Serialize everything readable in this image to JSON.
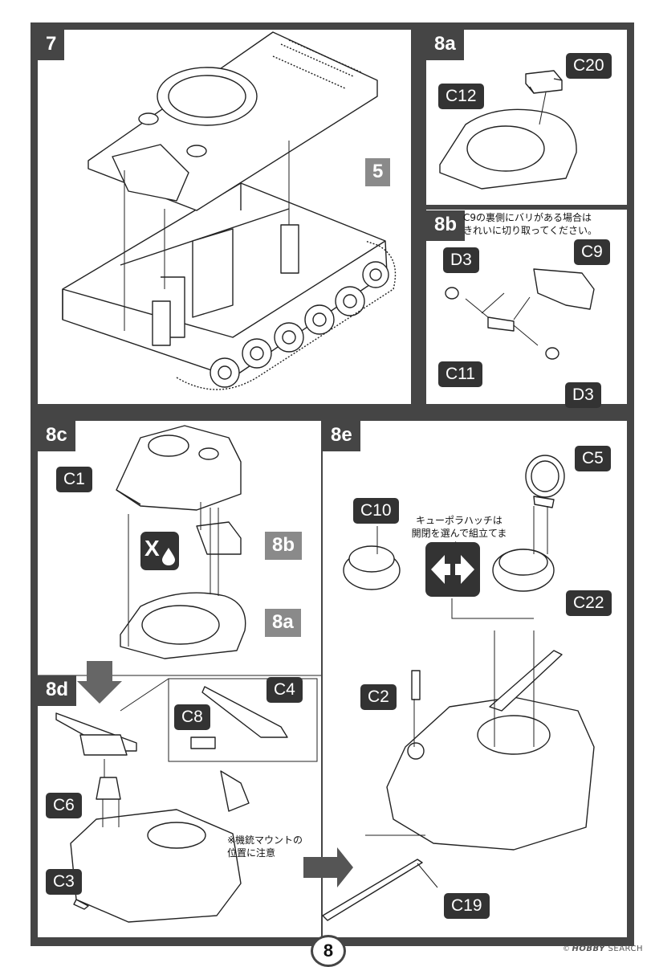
{
  "page_number": "8",
  "steps": {
    "s7": {
      "tab": "7",
      "ref": "5"
    },
    "s8a": {
      "tab": "8a",
      "parts": {
        "c20": "C20",
        "c12": "C12"
      }
    },
    "s8b": {
      "tab": "8b",
      "note": "C9の裏側にバリがある場合は\nきれいに切り取ってください。",
      "parts": {
        "d3_top": "D3",
        "c9": "C9",
        "c11": "C11",
        "d3_bottom": "D3"
      }
    },
    "s8c": {
      "tab": "8c",
      "parts": {
        "c1": "C1"
      },
      "refs": {
        "r8b": "8b",
        "r8a": "8a"
      },
      "symbol": "X"
    },
    "s8d": {
      "tab": "8d",
      "parts": {
        "c4": "C4",
        "c8": "C8",
        "c6": "C6",
        "c3": "C3"
      },
      "note": "※機銃マウントの\n位置に注意"
    },
    "s8e": {
      "tab": "8e",
      "parts": {
        "c10": "C10",
        "c5": "C5",
        "c22": "C22",
        "c2": "C2",
        "c19": "C19"
      },
      "note": "キューポラハッチは\n開閉を選んで組立てます。"
    }
  },
  "watermark": {
    "copyright": "©",
    "brand": "HOBBY",
    "suffix": "SEARCH"
  }
}
